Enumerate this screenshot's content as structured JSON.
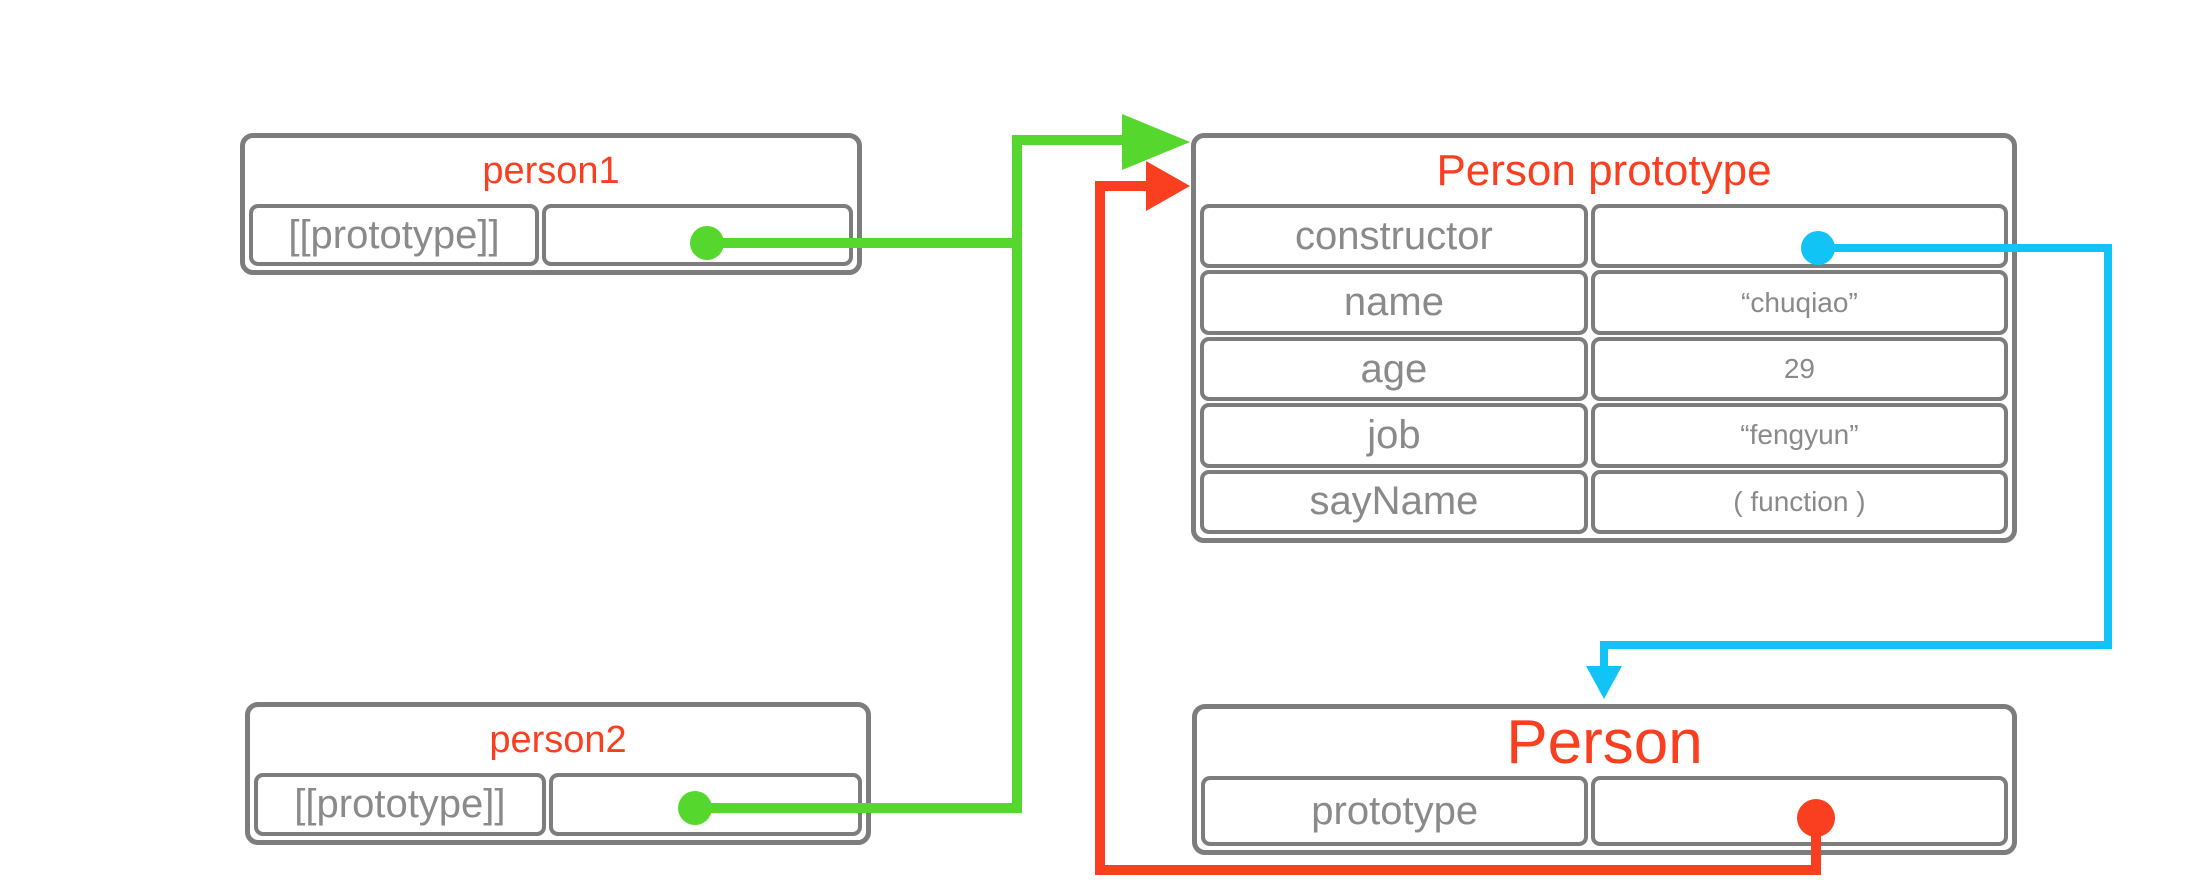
{
  "colors": {
    "green": "#56d72e",
    "red": "#fa3e20",
    "blue": "#12c3f5",
    "box_border": "#7d7d7d",
    "label_text": "#8a8a8a",
    "background": "#ffffff"
  },
  "boxes": {
    "person1": {
      "title": "person1",
      "rows": [
        {
          "label": "[[prototype]]",
          "value": ""
        }
      ]
    },
    "person2": {
      "title": "person2",
      "rows": [
        {
          "label": "[[prototype]]",
          "value": ""
        }
      ]
    },
    "person_prototype": {
      "title": "Person prototype",
      "rows": [
        {
          "label": "constructor",
          "value": ""
        },
        {
          "label": "name",
          "value": "“chuqiao”"
        },
        {
          "label": "age",
          "value": "29"
        },
        {
          "label": "job",
          "value": "“fengyun”"
        },
        {
          "label": "sayName",
          "value": "( function )"
        }
      ]
    },
    "person": {
      "title": "Person",
      "rows": [
        {
          "label": "prototype",
          "value": ""
        }
      ]
    }
  },
  "connectors": [
    {
      "name": "person1-prototype-link",
      "color": "green",
      "from": "person1 [[prototype]]",
      "to": "Person prototype"
    },
    {
      "name": "person2-prototype-link",
      "color": "green",
      "from": "person2 [[prototype]]",
      "to": "Person prototype"
    },
    {
      "name": "constructor-link",
      "color": "blue",
      "from": "Person prototype constructor",
      "to": "Person"
    },
    {
      "name": "prototype-link",
      "color": "red",
      "from": "Person prototype property",
      "to": "Person prototype"
    }
  ]
}
